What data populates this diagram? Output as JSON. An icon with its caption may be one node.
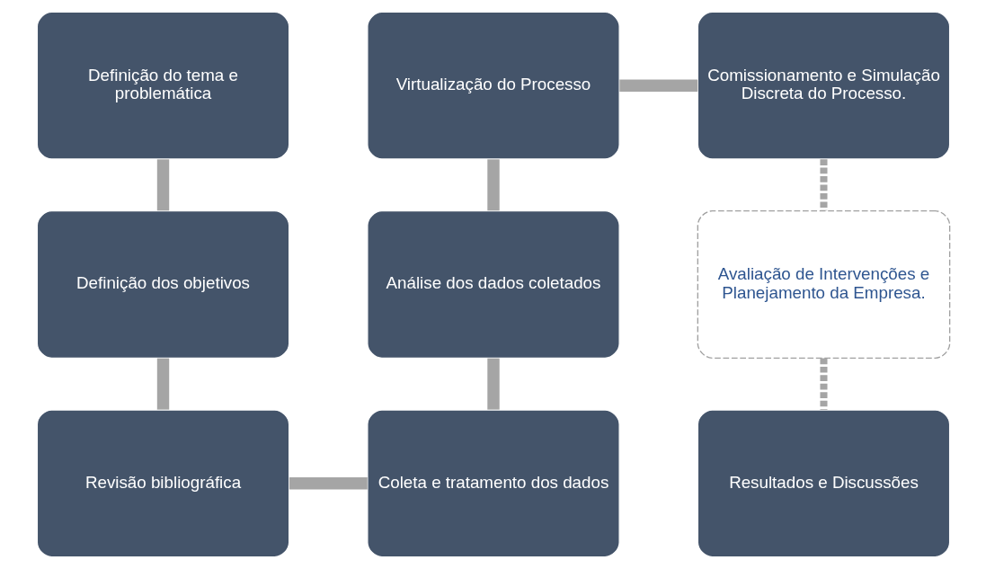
{
  "diagram": {
    "nodes": [
      {
        "text": [
          "Definição do tema e problemática"
        ]
      },
      {
        "text": [
          "Virtualização do Processo"
        ]
      },
      {
        "text": [
          "Comissionamento e Simulação Discreta do Processo."
        ]
      },
      {
        "text": [
          "Definição dos objetivos"
        ]
      },
      {
        "text": [
          "Análise dos dados coletados"
        ]
      },
      {
        "text": [
          "Avaliação de Intervenções e Planejamento da Empresa."
        ]
      },
      {
        "text": [
          "Revisão bibliográfica"
        ]
      },
      {
        "text": [
          "Coleta e tratamento dos dados"
        ]
      },
      {
        "text": [
          "Resultados e Discussões"
        ]
      }
    ],
    "edges": [
      {
        "from": 0,
        "to": 3,
        "arrow": "none"
      },
      {
        "from": 3,
        "to": 6,
        "arrow": "none"
      },
      {
        "from": 6,
        "to": 7,
        "arrow": "none"
      },
      {
        "from": 7,
        "to": 4,
        "arrow": "none"
      },
      {
        "from": 4,
        "to": 1,
        "arrow": "none"
      },
      {
        "from": 1,
        "to": 2,
        "arrow": "none"
      },
      {
        "from": 2,
        "to": 5,
        "arrow": "none",
        "style": "dashed"
      },
      {
        "from": 5,
        "to": 8,
        "arrow": "none",
        "style": "dashed"
      }
    ]
  }
}
